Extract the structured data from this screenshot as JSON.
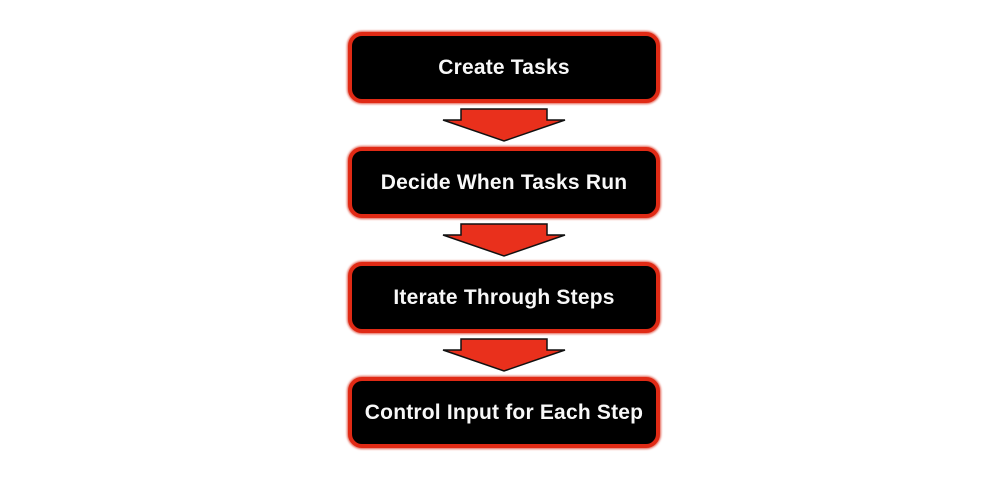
{
  "diagram": {
    "type": "flowchart",
    "direction": "top-down",
    "title": "",
    "steps": [
      {
        "label": "Create Tasks"
      },
      {
        "label": "Decide When Tasks Run"
      },
      {
        "label": "Iterate Through Steps"
      },
      {
        "label": "Control Input for Each Step"
      }
    ],
    "colors": {
      "background": "#ffffff",
      "box_fill": "#000000",
      "box_border": "#e02a15",
      "arrow_fill": "#e9301c",
      "arrow_outline": "#111111",
      "text": "#f8f8f8"
    }
  }
}
